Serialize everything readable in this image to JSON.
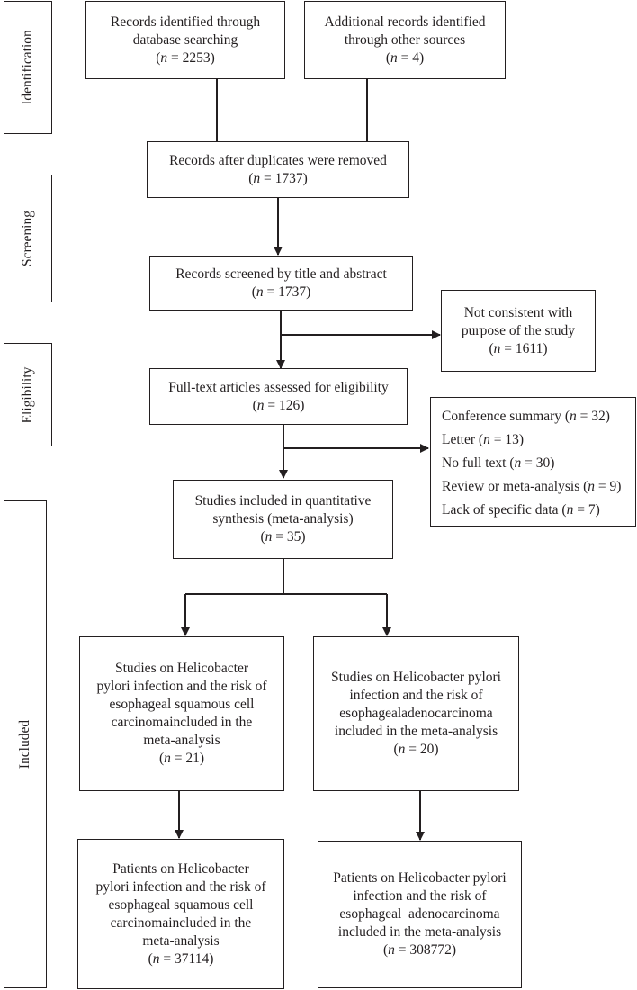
{
  "stages": {
    "identification": "Identification",
    "screening": "Screening",
    "eligibility": "Eligibility",
    "included": "Included"
  },
  "boxes": {
    "database": {
      "lines": [
        "Records identified through",
        "database searching"
      ],
      "n": "2253"
    },
    "other_sources": {
      "lines": [
        "Additional records identified",
        "through other sources"
      ],
      "n": "4"
    },
    "duplicates_removed": {
      "lines": [
        "Records after duplicates were removed"
      ],
      "n": "1737"
    },
    "title_abstract": {
      "lines": [
        "Records screened by title and abstract"
      ],
      "n": "1737"
    },
    "not_consistent": {
      "lines": [
        "Not consistent with",
        "purpose of the study"
      ],
      "n": "1611"
    },
    "full_text": {
      "lines": [
        "Full-text articles assessed for eligibility"
      ],
      "n": "126"
    },
    "quantitative": {
      "lines": [
        "Studies included in quantitative",
        "synthesis (meta-analysis)"
      ],
      "n": "35"
    },
    "escc_studies": {
      "lines": [
        "Studies on Helicobacter",
        "pylori infection and the risk of",
        "esophageal squamous cell",
        "carcinomaincluded in the",
        "meta-analysis"
      ],
      "n": "21"
    },
    "eac_studies": {
      "lines": [
        "Studies on Helicobacter pylori",
        "infection and the risk of",
        "esophagealadenocarcinoma",
        "included in the meta-analysis"
      ],
      "n": "20"
    },
    "escc_patients": {
      "lines": [
        "Patients on Helicobacter",
        "pylori infection and the risk of",
        "esophageal squamous cell",
        "carcinomaincluded in the",
        "meta-analysis"
      ],
      "n": "37114"
    },
    "eac_patients": {
      "lines": [
        "Patients on Helicobacter pylori",
        "infection and the risk of",
        "esophageal  adenocarcinoma",
        "included in the meta-analysis"
      ],
      "n": "308772"
    }
  },
  "exclusions": [
    {
      "label": "Conference summary",
      "n": "32"
    },
    {
      "label": "Letter",
      "n": "13"
    },
    {
      "label": "No full text",
      "n": "30"
    },
    {
      "label": "Review or meta-analysis",
      "n": "9"
    },
    {
      "label": "Lack of specific data",
      "n": "7"
    }
  ],
  "n_symbol": "n",
  "equals": " = "
}
